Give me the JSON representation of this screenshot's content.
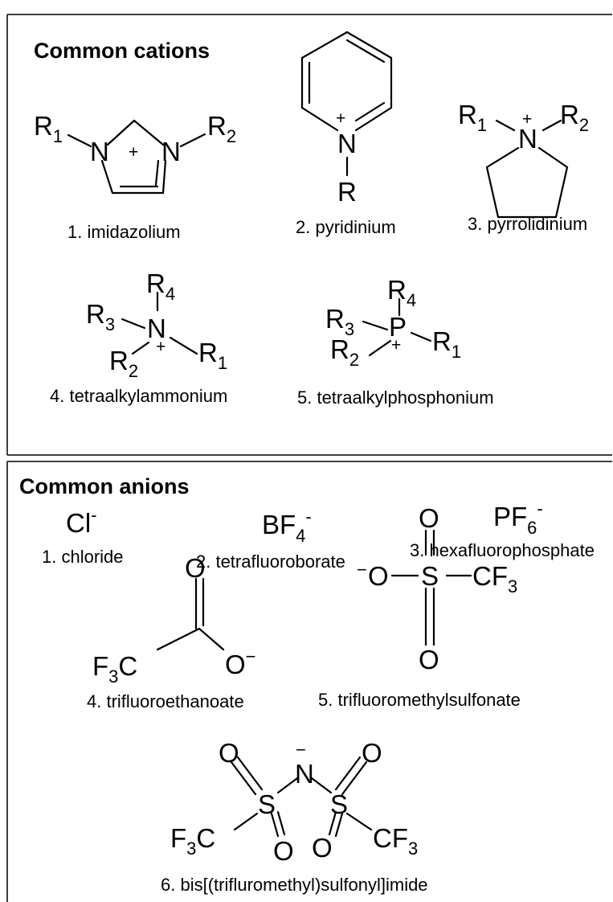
{
  "cations": {
    "title": "Common cations",
    "imidazolium": {
      "caption": "1. imidazolium",
      "R1": "R",
      "R1_sub": "1",
      "R2": "R",
      "R2_sub": "2",
      "N": "N",
      "plus": "+"
    },
    "pyridinium": {
      "caption": "2. pyridinium",
      "N": "N",
      "R": "R",
      "plus": "+"
    },
    "pyrrolidinium": {
      "caption": "3. pyrrolidinium",
      "N": "N",
      "R1": "R",
      "R1_sub": "1",
      "R2": "R",
      "R2_sub": "2",
      "plus": "+"
    },
    "tetraalkylammonium": {
      "caption": "4. tetraalkylammonium",
      "N": "N",
      "R": "R",
      "sub1": "1",
      "sub2": "2",
      "sub3": "3",
      "sub4": "4",
      "plus": "+"
    },
    "tetraalkylphosphonium": {
      "caption": "5. tetraalkylphosphonium",
      "P": "P",
      "R": "R",
      "sub1": "1",
      "sub2": "2",
      "sub3": "3",
      "sub4": "4",
      "plus": "+"
    }
  },
  "anions": {
    "title": "Common anions",
    "chloride": {
      "caption": "1. chloride",
      "formula": "Cl",
      "charge": "-"
    },
    "tetrafluoroborate": {
      "caption": "2. tetrafluoroborate",
      "formula": "BF",
      "sub": "4",
      "charge": "-"
    },
    "hexafluorophosphate": {
      "caption": "3. hexafluorophosphate",
      "formula": "PF",
      "sub": "6",
      "charge": "-"
    },
    "trifluoroethanoate": {
      "caption": "4. trifluoroethanoate",
      "O": "O",
      "F3C": "F",
      "sub3": "3",
      "C": "C",
      "Ominus": "O",
      "charge": "−"
    },
    "trifluoromethylsulfonate": {
      "caption": "5. trifluoromethylsulfonate",
      "O": "O",
      "S": "S",
      "CF": "CF",
      "sub3": "3",
      "charge": "−"
    },
    "bistriflimide": {
      "caption": "6. bis[(trifluromethyl)sulfonyl]imide",
      "O": "O",
      "S": "S",
      "N": "N",
      "F": "F",
      "C": "C",
      "CF": "CF",
      "sub3": "3",
      "charge": "−"
    }
  }
}
